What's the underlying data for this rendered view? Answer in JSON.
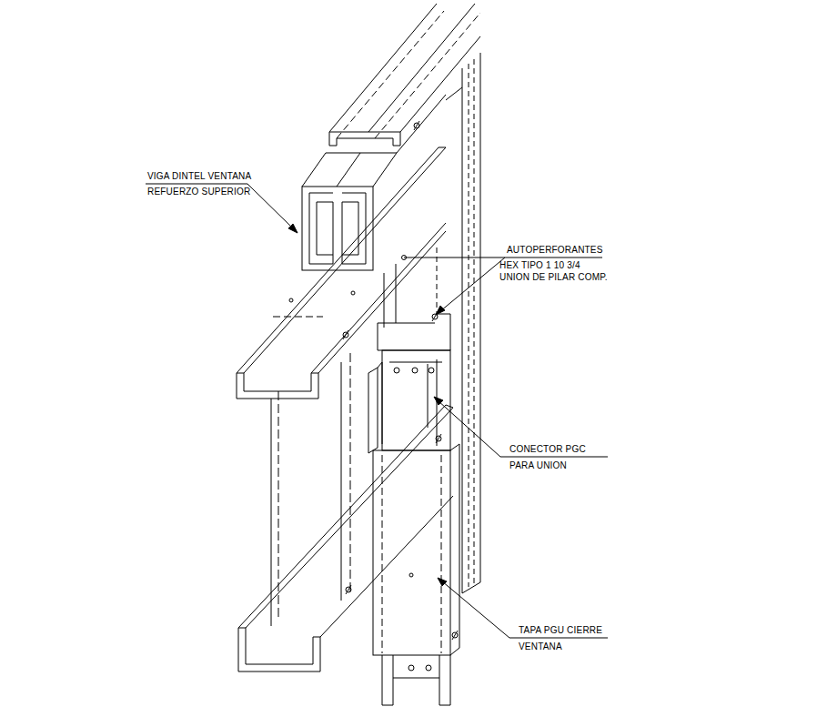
{
  "diagram": {
    "labels": [
      "VIGA DINTEL VENTANA",
      "REFUERZO SUPERIOR",
      "AUTOPERFORANTES",
      "HEX TIPO 1 10 3/4",
      "UNION DE PILAR COMP.",
      "CONECTOR PGC",
      "PARA UNION",
      "TAPA PGU CIERRE",
      "VENTANA"
    ]
  }
}
